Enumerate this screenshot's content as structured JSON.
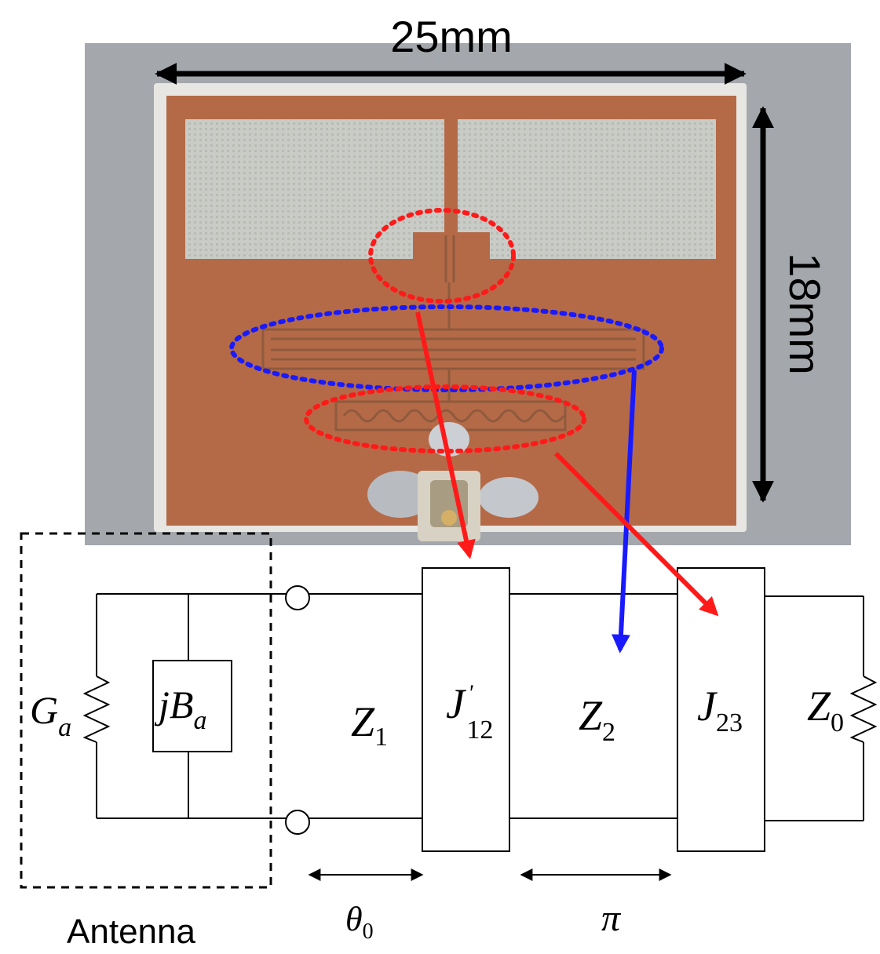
{
  "photo": {
    "width_label": "25mm",
    "height_label": "18mm",
    "colors": {
      "background": "#a4a8ad",
      "substrate": "#e8e6e2",
      "copper": "#b46a47",
      "slot": "#c9ccc6",
      "trace": "#8f5a3e",
      "red_marker": "#ff1a1a",
      "blue_marker": "#1a1aff"
    }
  },
  "circuit": {
    "antenna_label": "Antenna",
    "conductance": {
      "main": "G",
      "sub": "a"
    },
    "susceptance": {
      "main": "jB",
      "sub": "a"
    },
    "z1": {
      "main": "Z",
      "sub": "1"
    },
    "j12": {
      "main": "J",
      "sup": "'",
      "sub": "12"
    },
    "z2": {
      "main": "Z",
      "sub": "2"
    },
    "j23": {
      "main": "J",
      "sub": "23"
    },
    "z0": {
      "main": "Z",
      "sub": "0"
    },
    "theta": {
      "main": "θ",
      "sub": "0"
    },
    "pi": "π"
  }
}
